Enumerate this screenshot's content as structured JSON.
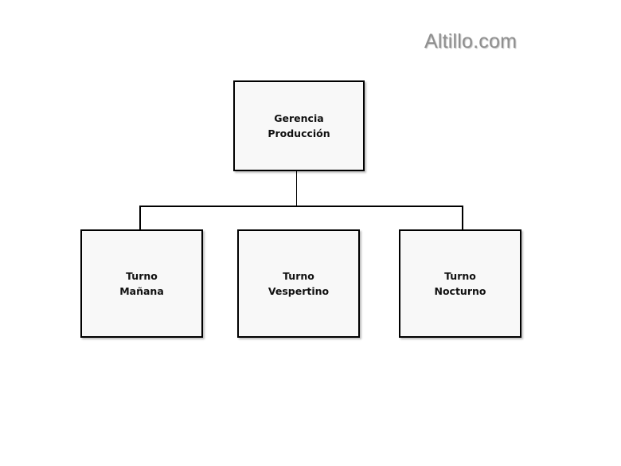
{
  "watermark": "Altillo.com",
  "root": {
    "line1": "Gerencia",
    "line2": "Producción"
  },
  "children": [
    {
      "line1": "Turno",
      "line2": "Mañana"
    },
    {
      "line1": "Turno",
      "line2": "Vespertino"
    },
    {
      "line1": "Turno",
      "line2": "Nocturno"
    }
  ]
}
